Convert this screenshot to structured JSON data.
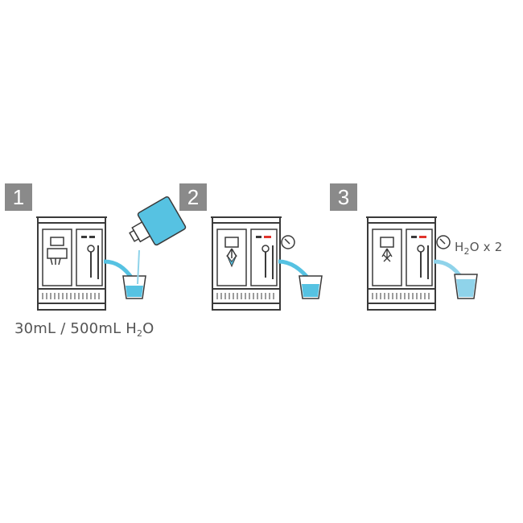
{
  "steps": [
    {
      "number": "1",
      "caption": {
        "prefix": "30mL / 500mL H",
        "sub": "2",
        "suffix": "O"
      }
    },
    {
      "number": "2"
    },
    {
      "number": "3",
      "caption": {
        "prefix": "H",
        "sub": "2",
        "suffix": "O x 2"
      }
    }
  ],
  "colors": {
    "line": "#3a3a3a",
    "liquid_blue": "#56c2e2",
    "liquid_light": "#8fd3ea",
    "badge": "#8a8a8a",
    "accent_red": "#e0342c"
  }
}
